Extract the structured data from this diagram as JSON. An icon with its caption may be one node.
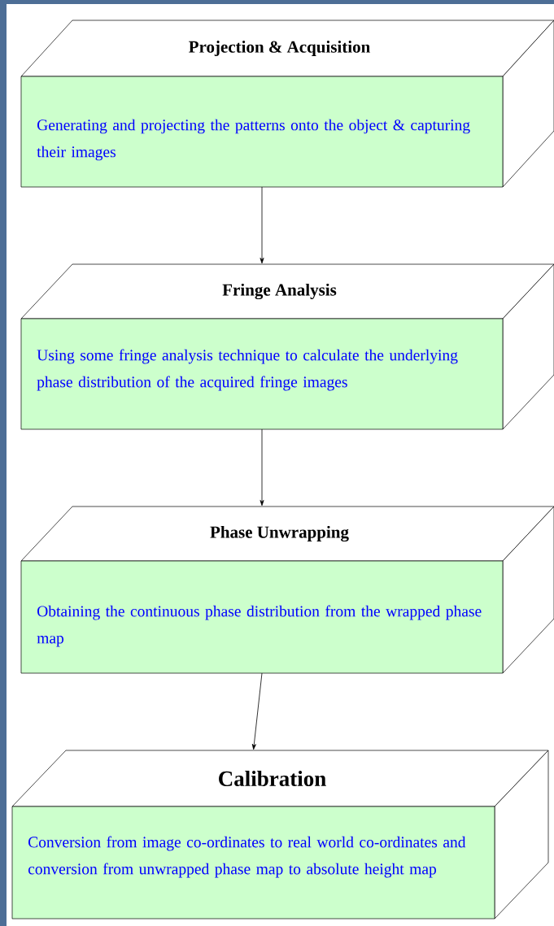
{
  "diagram": {
    "nodes": [
      {
        "text": [
          "Projection & Acquisition",
          "Generating and projecting the patterns onto the object & capturing their images"
        ]
      },
      {
        "text": [
          "Fringe Analysis",
          "Using some fringe analysis technique to calculate the underlying phase distribution of the acquired fringe images"
        ]
      },
      {
        "text": [
          "Phase Unwrapping",
          "Obtaining the continuous phase distribution from the wrapped phase map"
        ]
      },
      {
        "text": [
          "Calibration",
          "Conversion from image co-ordinates to real world co-ordinates and conversion from unwrapped phase map to absolute height map"
        ]
      }
    ],
    "edges": [
      {
        "from": 0,
        "to": 1,
        "arrow": "to"
      },
      {
        "from": 1,
        "to": 2,
        "arrow": "to"
      },
      {
        "from": 2,
        "to": 3,
        "arrow": "to"
      }
    ]
  }
}
